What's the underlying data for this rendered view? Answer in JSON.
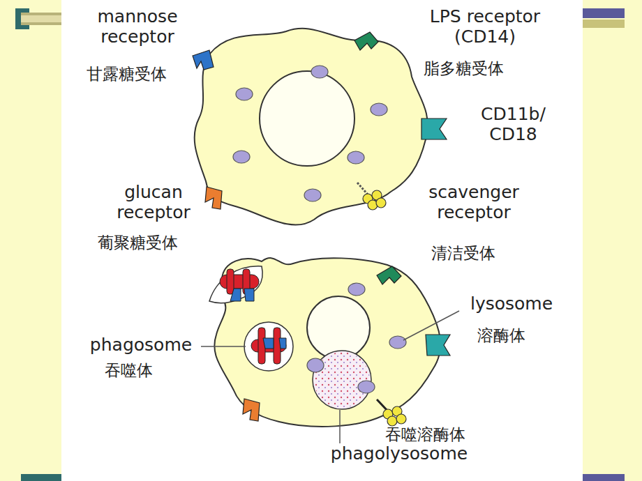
{
  "diagram": {
    "labels": [
      "mannose receptor",
      "甘露糖受体",
      "LPS receptor (CD14)",
      "脂多糖受体",
      "CD11b/ CD18",
      "glucan receptor",
      "葡聚糖受体",
      "scavenger receptor",
      "清洁受体",
      "phagosome",
      "吞噬体",
      "lysosome",
      "溶酶体",
      "吞噬溶酶体",
      "phagolysosome"
    ]
  }
}
